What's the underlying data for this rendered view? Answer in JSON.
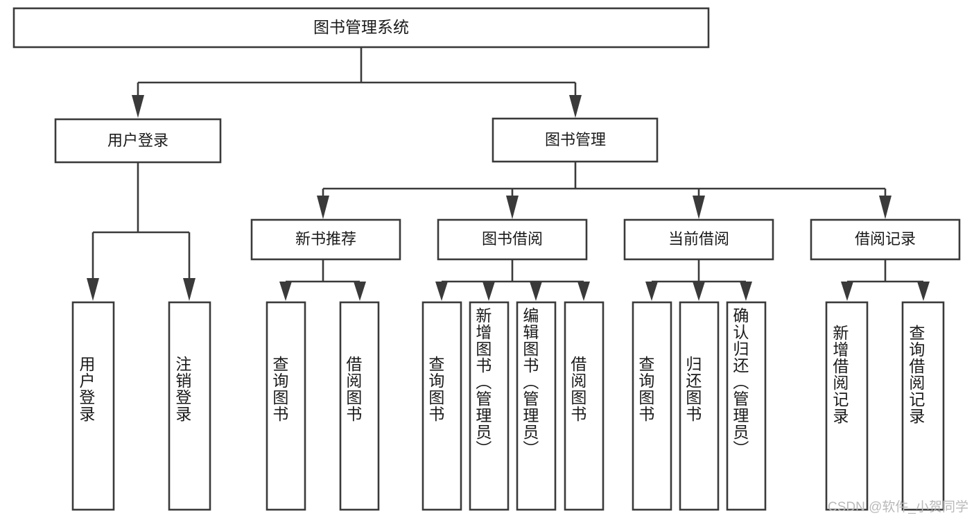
{
  "diagram": {
    "title": "图书管理系统",
    "watermark": "CSDN @软件_小贺同学",
    "colors": {
      "box_stroke": "#3a3a3a",
      "box_fill": "#ffffff",
      "text": "#1a1a1a",
      "watermark": "#b9b9b9",
      "background": "#ffffff"
    },
    "levels": {
      "root": "图书管理系统",
      "level2": [
        "用户登录",
        "图书管理"
      ],
      "level3": [
        "新书推荐",
        "图书借阅",
        "当前借阅",
        "借阅记录"
      ]
    },
    "nodes": {
      "root": {
        "label": "图书管理系统"
      },
      "user_login": {
        "label": "用户登录"
      },
      "book_mgmt": {
        "label": "图书管理"
      },
      "new_book_rec": {
        "label": "新书推荐"
      },
      "book_borrow": {
        "label": "图书借阅"
      },
      "current_borrow": {
        "label": "当前借阅"
      },
      "borrow_record": {
        "label": "借阅记录"
      }
    },
    "leaves": {
      "user_login": [
        {
          "label": "用户登录"
        },
        {
          "label": "注销登录"
        }
      ],
      "new_book_rec": [
        {
          "label": "查询图书"
        },
        {
          "label": "借阅图书"
        }
      ],
      "book_borrow": [
        {
          "label": "查询图书"
        },
        {
          "label": "新增图书（管理员）"
        },
        {
          "label": "编辑图书（管理员）"
        },
        {
          "label": "借阅图书"
        }
      ],
      "current_borrow": [
        {
          "label": "查询图书"
        },
        {
          "label": "归还图书"
        },
        {
          "label": "确认归还（管理员）"
        }
      ],
      "borrow_record": [
        {
          "label": "新增借阅记录"
        },
        {
          "label": "查询借阅记录"
        }
      ]
    }
  }
}
